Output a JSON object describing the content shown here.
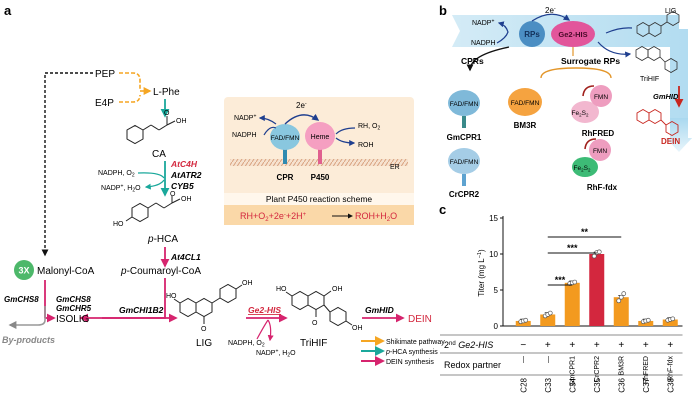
{
  "panel_labels": {
    "a": "a",
    "b": "b",
    "c": "c"
  },
  "panel_a": {
    "pep": "PEP",
    "e4p": "E4P",
    "l_phe": "L-Phe",
    "ca": "CA",
    "pa_oh": "OH",
    "ho": "HO",
    "c4h_cofactor_in": "NADPH, O",
    "c4h_cofactor_in_sub": "2",
    "c4h_cofactor_out": "NADP",
    "c4h_cofactor_out_rest": ", H",
    "c4h_cofactor_out_sub": "2",
    "c4h_cofactor_out_end": "O",
    "enz_atc4h": "AtC4H",
    "enz_atatr2": "AtATR2",
    "enz_cyb5": "CYB5",
    "phca_prefix": "p",
    "phca": "-HCA",
    "enz_at4cl1": "At4CL1",
    "three_x": "3X",
    "malonyl": "Malonyl-CoA",
    "pcoum_prefix": "p",
    "pcoum": "-Coumaroyl-CoA",
    "gmchs8_left": "GmCHS8",
    "gmchs8": "GmCHS8",
    "gmchr5": "GmCHR5",
    "byproducts": "By-products",
    "isolig": "ISOLIG",
    "enz_gmchi1b2": "GmCHI1B2",
    "lig": "LIG",
    "enz_ge2his": "Ge2-HIS",
    "his_cof_in": "NADPH, O",
    "his_cof_in_sub": "2",
    "his_cof_out": "NADP",
    "his_cof_out_rest": ", H",
    "his_cof_out_sub": "2",
    "his_cof_out_end": "O",
    "trihif": "TriHIF",
    "enz_gmhid": "GmHID",
    "dein": "DEIN",
    "scheme_title": "Plant P450 reaction scheme",
    "scheme_nadp": "NADP",
    "scheme_nadph": "NADPH",
    "scheme_2e": "2e",
    "scheme_rh": "RH, O",
    "scheme_rh_sub": "2",
    "scheme_roh": "ROH",
    "scheme_fadfmn": "FAD/FMN",
    "scheme_heme": "Heme",
    "scheme_er": "ER",
    "scheme_cpr": "CPR",
    "scheme_p450": "P450",
    "scheme_eq_lhs": "RH+O",
    "scheme_eq_lhs_sub": "2",
    "scheme_eq_mid": "+2e",
    "scheme_eq_mid2": "+2H",
    "scheme_eq_rhs": "ROH+H",
    "scheme_eq_rhs_sub": "2",
    "scheme_eq_rhs_end": "O",
    "legend": [
      {
        "label": "Shikimate pathway",
        "color": "#f5a623"
      },
      {
        "label_prefix": "p",
        "label": "-HCA synthesis",
        "color": "#1aa89b"
      },
      {
        "label": "DEIN synthesis",
        "color": "#d6246e"
      }
    ]
  },
  "panel_b": {
    "nadp": "NADP",
    "nadph": "NADPH",
    "two_e": "2e",
    "rps": "RPs",
    "ge2his": "Ge2-HIS",
    "lig": "LIG",
    "trihif": "TriHIF",
    "gmhid": "GmHID",
    "dein": "DEIN",
    "cprs": "CPRs",
    "surrogate": "Surrogate RPs",
    "fadfmn1": "FAD/FMN",
    "gmcpr1": "GmCPR1",
    "fadfmn2": "FAD/FMN",
    "crcpr2": "CrCPR2",
    "fadfmn3": "FAD/FMN",
    "bm3r": "BM3R",
    "fmn1": "FMN",
    "fe2s2_a": "Fe",
    "rhfred": "RhFRED",
    "fmn2": "FMN",
    "fe2s2_b": "Fe",
    "rhf_fdx": "RhF-fdx"
  },
  "chart_data": {
    "type": "bar",
    "ylabel": "Titer (mg L",
    "ylabel_sup": "−1",
    "ylabel_end": ")",
    "ylim": [
      0,
      15
    ],
    "yticks": [
      "0",
      "5",
      "10",
      "15"
    ],
    "categories": [
      "C28",
      "C33",
      "C34",
      "C35",
      "C36",
      "C37",
      "C38"
    ],
    "values": [
      0.7,
      1.6,
      6.0,
      10.0,
      4.0,
      0.7,
      0.9
    ],
    "colors": [
      "#f39a1f",
      "#f39a1f",
      "#f39a1f",
      "#d3273e",
      "#f39a1f",
      "#f39a1f",
      "#f39a1f"
    ],
    "points": [
      [
        0.6,
        0.7,
        0.8
      ],
      [
        1.4,
        1.6,
        1.8
      ],
      [
        5.9,
        6.0,
        6.1
      ],
      [
        9.7,
        10.2,
        10.3
      ],
      [
        3.5,
        4.0,
        4.5
      ],
      [
        0.6,
        0.7,
        0.8
      ],
      [
        0.8,
        0.9,
        1.0
      ]
    ],
    "significance": [
      {
        "from": "C33",
        "to": "C36",
        "label": "**"
      },
      {
        "from": "C33",
        "to": "C35",
        "label": "***"
      },
      {
        "from": "C33",
        "to": "C34",
        "label": "***"
      }
    ],
    "row1_label_sup": "nd",
    "row1_label_pre": "2",
    "row1_label": "Ge2-HIS",
    "row1": [
      "−",
      "+",
      "+",
      "+",
      "+",
      "+",
      "+"
    ],
    "row2_label": "Redox partner",
    "row2": [
      "—",
      "—",
      "GmCPR1",
      "CrCPR2",
      "BM3R",
      "RhFRED",
      "RhF-fdx"
    ]
  }
}
